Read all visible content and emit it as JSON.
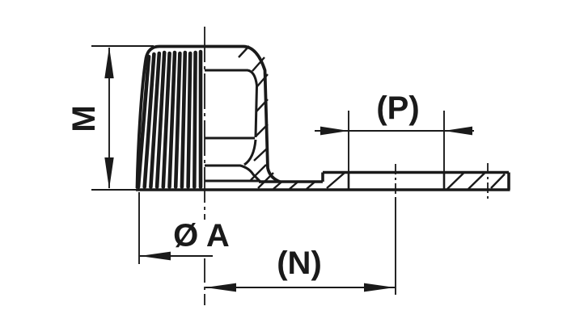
{
  "drawing": {
    "type": "technical-section-drawing",
    "labels": {
      "m": "M",
      "p": "(P)",
      "a": "Ø A",
      "n": "(N)"
    },
    "colors": {
      "line": "#1a1a1a",
      "background": "#ffffff"
    }
  }
}
